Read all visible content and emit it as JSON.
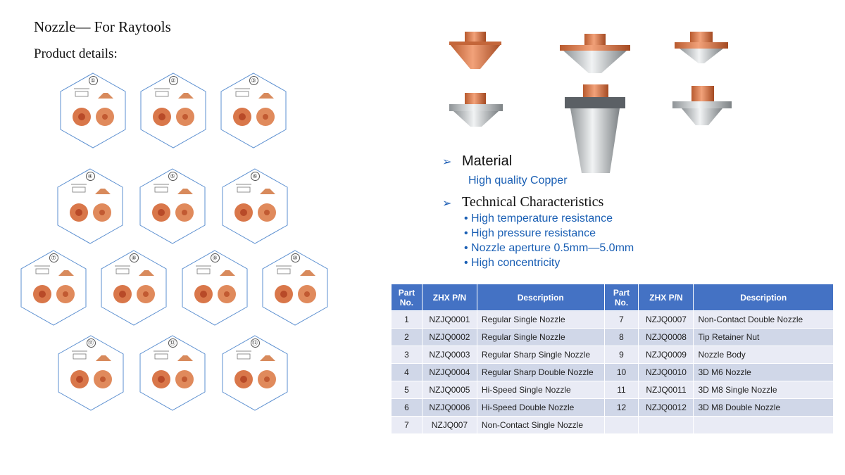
{
  "header": {
    "title": "Nozzle— For Raytools",
    "subtitle": "Product details:"
  },
  "catalog": {
    "numbers": [
      "①",
      "②",
      "③",
      "④",
      "⑤",
      "⑥",
      "⑦",
      "⑧",
      "⑨",
      "⑩",
      "⑪",
      "⑫",
      "⑬"
    ]
  },
  "specs": {
    "material_heading": "Material",
    "material_value": "High quality Copper",
    "tech_heading": "Technical Characteristics",
    "tech_items": [
      "• High temperature resistance",
      "• High pressure resistance",
      "• Nozzle aperture 0.5mm—5.0mm",
      "• High concentricity"
    ]
  },
  "colors": {
    "table_header": "#4472c4",
    "accent_text": "#1a5fb4",
    "copper": "#d9774a"
  },
  "table": {
    "headers": [
      "Part No.",
      "ZHX  P/N",
      "Description",
      "Part No.",
      "ZHX  P/N",
      "Description"
    ],
    "rows": [
      [
        "1",
        "NZJQ0001",
        "Regular Single Nozzle",
        "7",
        "NZJQ0007",
        "Non-Contact Double Nozzle"
      ],
      [
        "2",
        "NZJQ0002",
        "Regular Single Nozzle",
        "8",
        "NZJQ0008",
        "Tip Retainer Nut"
      ],
      [
        "3",
        "NZJQ0003",
        "Regular Sharp Single Nozzle",
        "9",
        "NZJQ0009",
        "Nozzle Body"
      ],
      [
        "4",
        "NZJQ0004",
        "Regular Sharp Double Nozzle",
        "10",
        "NZJQ0010",
        "3D M6 Nozzle"
      ],
      [
        "5",
        "NZJQ0005",
        "Hi-Speed Single Nozzle",
        "11",
        "NZJQ0011",
        "3D M8 Single Nozzle"
      ],
      [
        "6",
        "NZJQ0006",
        "Hi-Speed Double Nozzle",
        "12",
        "NZJQ0012",
        "3D M8 Double Nozzle"
      ],
      [
        "7",
        "NZJQ007",
        "Non-Contact Single Nozzle",
        "",
        "",
        ""
      ]
    ]
  }
}
